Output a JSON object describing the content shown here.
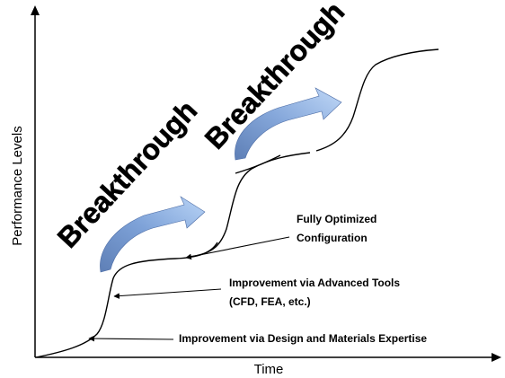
{
  "diagram": {
    "x_axis_label": "Time",
    "y_axis_label": "Performance Levels",
    "breakthrough_1": "Breakthrough",
    "breakthrough_2": "Breakthrough",
    "annotations": {
      "fully_optimized_line1": "Fully Optimized",
      "fully_optimized_line2": "Configuration",
      "advanced_tools_line1": "Improvement via Advanced Tools",
      "advanced_tools_line2": "(CFD, FEA, etc.)",
      "design_materials": "Improvement via Design and Materials Expertise"
    },
    "colors": {
      "arrow_light": "#a9c8f2",
      "arrow_dark": "#5e7fb6",
      "line": "#000000"
    }
  }
}
